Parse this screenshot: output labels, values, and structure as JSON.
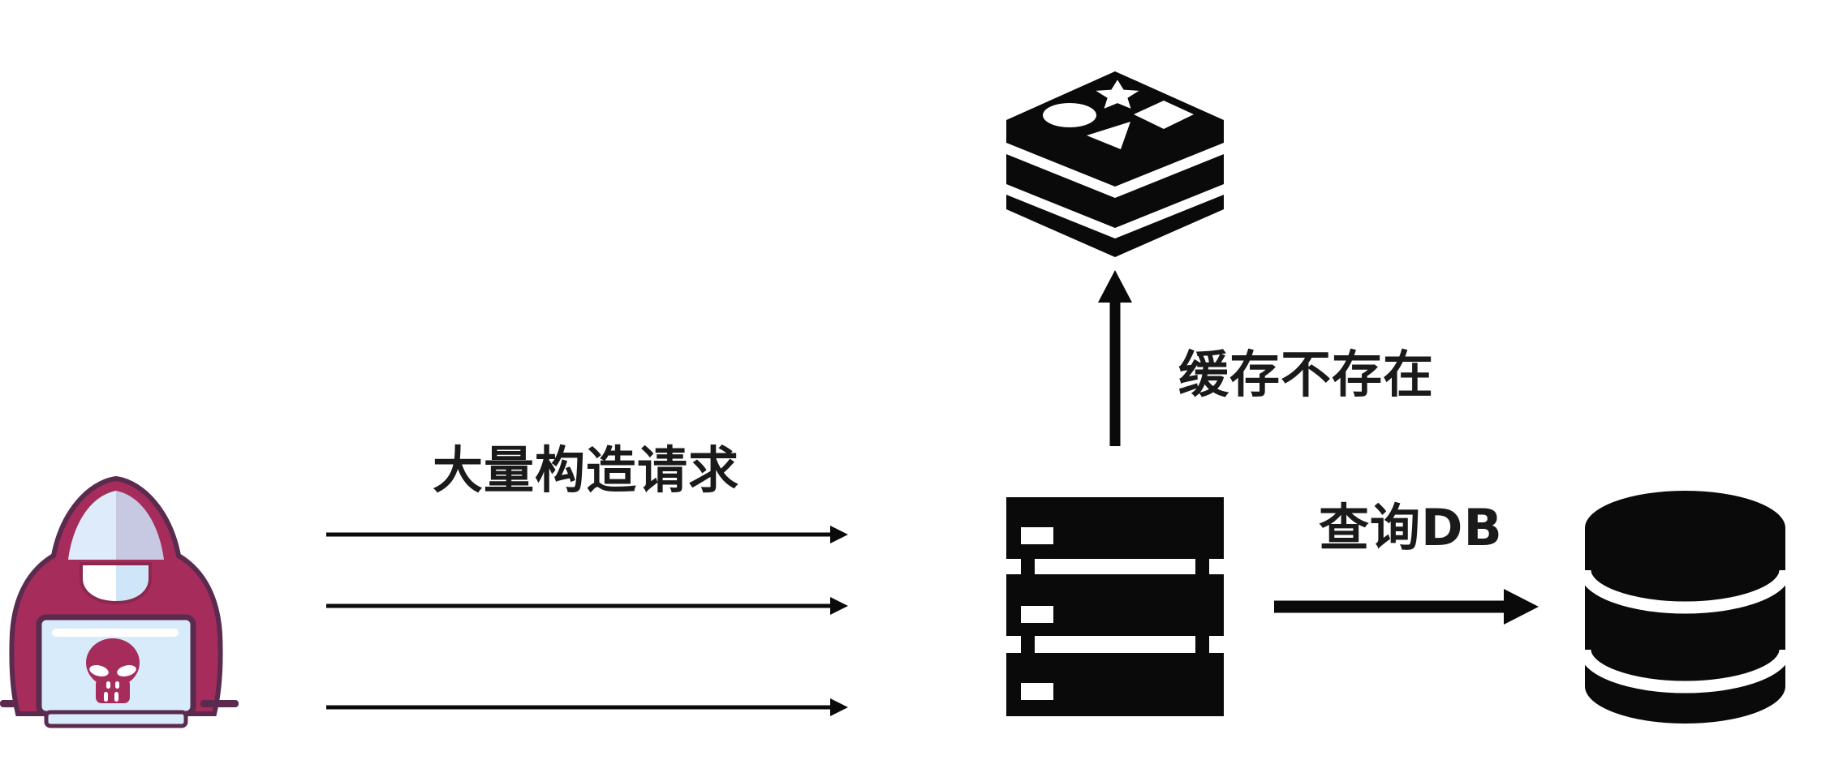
{
  "diagram": {
    "labels": {
      "mass_requests": "大量构造请求",
      "cache_miss": "缓存不存在",
      "query_db": "查询DB"
    },
    "icons": {
      "attacker": "hacker-laptop-icon",
      "cache": "redis-stack-icon",
      "server": "server-rack-icon",
      "database": "database-cylinder-icon"
    },
    "colors": {
      "background": "#FFFFFF",
      "ink": "#1A1A1A",
      "icon_black": "#0A0A0A",
      "hoodie_crimson": "#A52C5B",
      "outline_plum": "#5B2B4F",
      "face_stroke": "#8C2850",
      "laptop_blue": "#D8EBFB",
      "hood_inner_light": "#DDEBFA",
      "hood_inner_shade": "#C7C9E3",
      "face_shade": "#CFE6F9",
      "face_white": "#FFFFFF"
    }
  }
}
